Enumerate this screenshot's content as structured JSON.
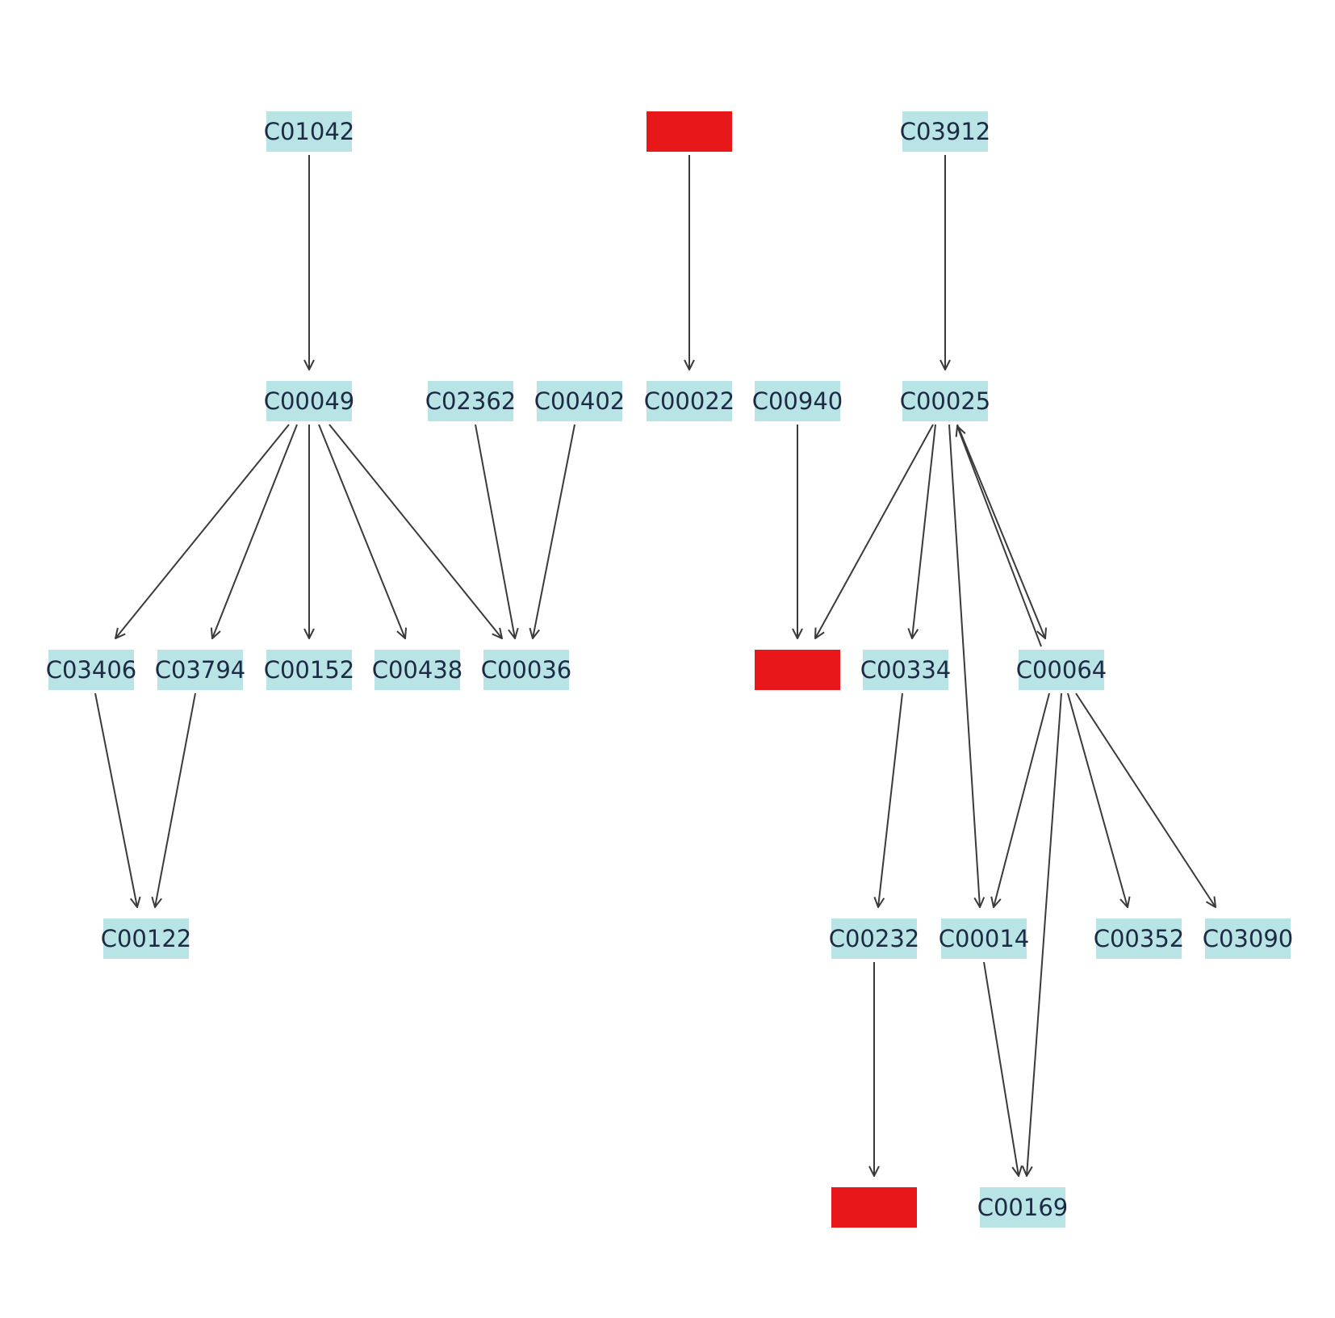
{
  "colors": {
    "node_fill": "#b8e4e6",
    "highlight_fill": "#e8171a",
    "edge": "#3a3a3a"
  },
  "nodes": [
    {
      "id": "C01042",
      "label": "C01042"
    },
    {
      "id": "H1",
      "label": "",
      "highlight": true
    },
    {
      "id": "C03912",
      "label": "C03912"
    },
    {
      "id": "C00049",
      "label": "C00049"
    },
    {
      "id": "C02362",
      "label": "C02362"
    },
    {
      "id": "C00402",
      "label": "C00402"
    },
    {
      "id": "C00022",
      "label": "C00022"
    },
    {
      "id": "C00940",
      "label": "C00940"
    },
    {
      "id": "C00025",
      "label": "C00025"
    },
    {
      "id": "C03406",
      "label": "C03406"
    },
    {
      "id": "C03794",
      "label": "C03794"
    },
    {
      "id": "C00152",
      "label": "C00152"
    },
    {
      "id": "C00438",
      "label": "C00438"
    },
    {
      "id": "C00036",
      "label": "C00036"
    },
    {
      "id": "H2",
      "label": "",
      "highlight": true
    },
    {
      "id": "C00334",
      "label": "C00334"
    },
    {
      "id": "C00064",
      "label": "C00064"
    },
    {
      "id": "C00122",
      "label": "C00122"
    },
    {
      "id": "C00232",
      "label": "C00232"
    },
    {
      "id": "C00014",
      "label": "C00014"
    },
    {
      "id": "C00352",
      "label": "C00352"
    },
    {
      "id": "C03090",
      "label": "C03090"
    },
    {
      "id": "H3",
      "label": "",
      "highlight": true
    },
    {
      "id": "C00169",
      "label": "C00169"
    }
  ],
  "edges": [
    {
      "from": "C01042",
      "to": "C00049"
    },
    {
      "from": "H1",
      "to": "C00022"
    },
    {
      "from": "C03912",
      "to": "C00025"
    },
    {
      "from": "C00049",
      "to": "C03406"
    },
    {
      "from": "C00049",
      "to": "C03794"
    },
    {
      "from": "C00049",
      "to": "C00152"
    },
    {
      "from": "C00049",
      "to": "C00438"
    },
    {
      "from": "C00049",
      "to": "C00036"
    },
    {
      "from": "C02362",
      "to": "C00036"
    },
    {
      "from": "C00402",
      "to": "C00036"
    },
    {
      "from": "C00940",
      "to": "H2"
    },
    {
      "from": "C00025",
      "to": "H2"
    },
    {
      "from": "C00025",
      "to": "C00334"
    },
    {
      "from": "C00025",
      "to": "C00014"
    },
    {
      "from": "C00025",
      "to": "C00064"
    },
    {
      "from": "C00064",
      "to": "C00025"
    },
    {
      "from": "C03406",
      "to": "C00122"
    },
    {
      "from": "C03794",
      "to": "C00122"
    },
    {
      "from": "C00334",
      "to": "C00232"
    },
    {
      "from": "C00064",
      "to": "C00014"
    },
    {
      "from": "C00064",
      "to": "C00169"
    },
    {
      "from": "C00064",
      "to": "C00352"
    },
    {
      "from": "C00064",
      "to": "C03090"
    },
    {
      "from": "C00232",
      "to": "H3"
    },
    {
      "from": "C00014",
      "to": "C00169"
    }
  ]
}
